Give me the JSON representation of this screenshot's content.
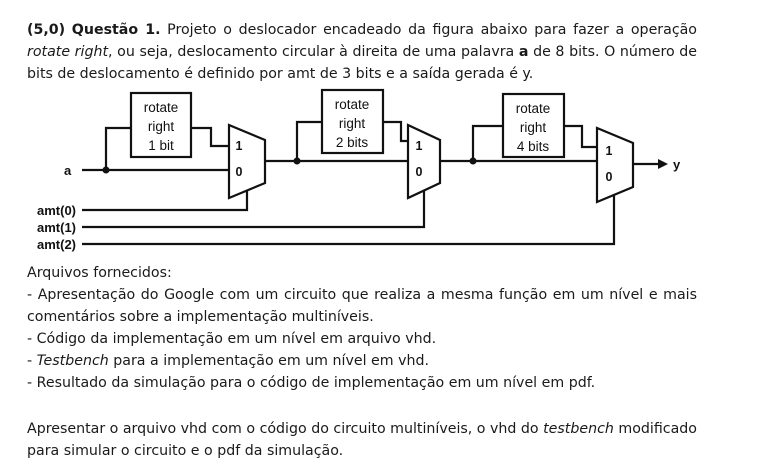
{
  "question": {
    "score": "(5,0)",
    "label": "Questão 1.",
    "text_1": " Projeto o deslocador encadeado da figura abaixo para fazer a operação ",
    "italic_1": "rotate right",
    "text_2": ", ou seja, deslocamento circular à direita de uma palavra ",
    "bold_a": "a",
    "text_3": " de 8 bits. O número de bits de deslocamento é definido por amt de 3 bits e a saída gerada é y."
  },
  "diagram": {
    "stages": [
      {
        "line1": "rotate",
        "line2": "right",
        "line3": "1 bit"
      },
      {
        "line1": "rotate",
        "line2": "right",
        "line3": "2 bits"
      },
      {
        "line1": "rotate",
        "line2": "right",
        "line3": "4 bits"
      }
    ],
    "mux_in1": "1",
    "mux_in0": "0",
    "input_label": "a",
    "output_label": "y",
    "amt_labels": [
      "amt(0)",
      "amt(1)",
      "amt(2)"
    ]
  },
  "files": {
    "heading": "Arquivos fornecidos:",
    "item1": "- Apresentação do Google com um circuito que realiza a mesma função em um nível e mais comentários sobre a implementação multiníveis.",
    "item2": "- Código da implementação em um nível em arquivo vhd.",
    "item3_prefix": "- ",
    "item3_italic": "Testbench",
    "item3_rest": " para a implementação em um nível em vhd.",
    "item4": "- Resultado da simulação para o código de implementação em um nível em pdf."
  },
  "final": {
    "text_1": "Apresentar o arquivo vhd com o código do circuito multiníveis, o vhd do ",
    "italic": "testbench",
    "text_2": " modificado para simular o circuito e o pdf da simulação."
  }
}
